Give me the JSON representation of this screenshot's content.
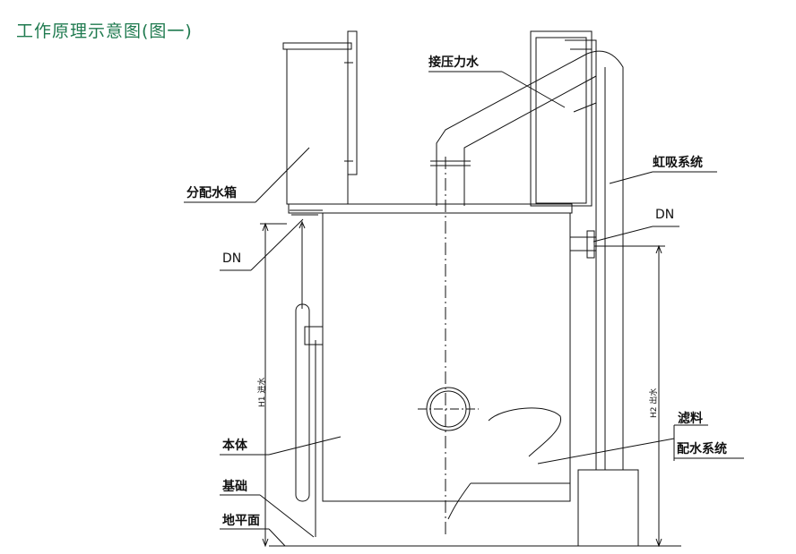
{
  "title": "工作原理示意图(图一)",
  "labels": {
    "pressure_water": "接压力水",
    "siphon_system": "虹吸系统",
    "distribution_tank": "分配水箱",
    "dn_left": "DN",
    "dn_right": "DN",
    "body": "本体",
    "foundation": "基础",
    "ground": "地平面",
    "filter_media": "滤料",
    "water_distribution_system": "配水系统",
    "h1_inlet": "H1 进水",
    "h2_outlet": "H2 出水"
  },
  "colors": {
    "title": "#1f7a4f",
    "line": "#111111"
  }
}
